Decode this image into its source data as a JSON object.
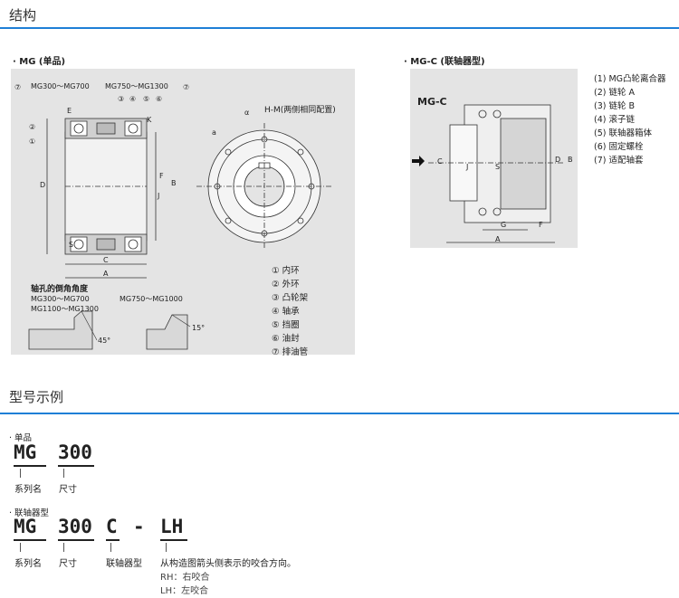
{
  "structure": {
    "title": "结构",
    "mg_label": "· MG (单品)",
    "mgc_label": "· MG-C (联轴器型)",
    "left_fig": {
      "range_a": "MG300～MG700",
      "range_b": "MG750～MG1300",
      "hm_label": "H-M(两侧相同配置)",
      "chamfer_title": "轴孔的倒角角度",
      "chamfer_a1": "MG300～MG700",
      "chamfer_a2": "MG1100～MG1300",
      "chamfer_b": "MG750～MG1000",
      "angle_45": "45°",
      "angle_15": "15°",
      "callouts": [
        "①",
        "②",
        "③",
        "④",
        "⑤",
        "⑥",
        "⑦"
      ],
      "dim_letters": {
        "E": "E",
        "K": "K",
        "D": "D",
        "F": "F",
        "B": "B",
        "J": "J",
        "S": "S",
        "C": "C",
        "A": "A",
        "alpha": "α",
        "a": "a"
      },
      "legend": [
        {
          "num": "①",
          "text": "内环"
        },
        {
          "num": "②",
          "text": "外环"
        },
        {
          "num": "③",
          "text": "凸轮架"
        },
        {
          "num": "④",
          "text": "轴承"
        },
        {
          "num": "⑤",
          "text": "挡圈"
        },
        {
          "num": "⑥",
          "text": "油封"
        },
        {
          "num": "⑦",
          "text": "排油管"
        }
      ]
    },
    "right_fig": {
      "tag": "MG-C",
      "dim_letters": {
        "C": "C",
        "J": "J",
        "S": "S",
        "D": "D",
        "B": "B",
        "G": "G",
        "F": "F",
        "A": "A"
      },
      "legend": [
        "(1) MG凸轮离合器",
        "(2) 链轮 A",
        "(3) 链轮 B",
        "(4) 滚子链",
        "(5) 联轴器箱体",
        "(6) 固定螺栓",
        "(7) 适配轴套"
      ]
    }
  },
  "model": {
    "title": "型号示例",
    "single_label": "· 单品",
    "single_parts": [
      {
        "code": "MG",
        "desc": "系列名"
      },
      {
        "code": "300",
        "desc": "尺寸"
      }
    ],
    "coupling_label": "· 联轴器型",
    "coupling_parts": [
      {
        "code": "MG",
        "desc": "系列名"
      },
      {
        "code": "300",
        "desc": "尺寸"
      },
      {
        "code": "C",
        "desc": "联轴器型"
      },
      {
        "code": "-",
        "desc": ""
      },
      {
        "code": "LH",
        "desc": "从构造图箭头侧表示的咬合方向。"
      }
    ],
    "rh_note": "RH：右咬合",
    "lh_note": "LH：左咬合"
  }
}
